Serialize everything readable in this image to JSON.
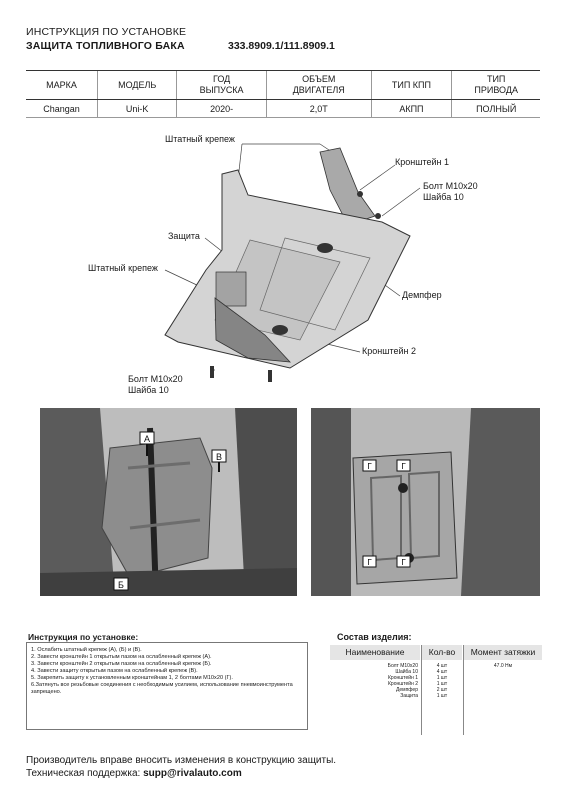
{
  "header": {
    "line1": "ИНСТРУКЦИЯ ПО УСТАНОВКЕ",
    "line2": "ЗАЩИТА ТОПЛИВНОГО БАКА",
    "code": "333.8909.1/111.8909.1"
  },
  "spec_table": {
    "headers": [
      [
        "МАРКА"
      ],
      [
        "МОДЕЛЬ"
      ],
      [
        "ГОД",
        "ВЫПУСКА"
      ],
      [
        "ОБЪЕМ",
        "ДВИГАТЕЛЯ"
      ],
      [
        "ТИП КПП"
      ],
      [
        "ТИП",
        "ПРИВОДА"
      ]
    ],
    "row": [
      "Changan",
      "Uni-K",
      "2020-",
      "2,0T",
      "АКПП",
      "ПОЛНЫЙ"
    ]
  },
  "drawing_labels": {
    "std_fastener_top": "Штатный крепеж",
    "bracket1": "Кронштейн 1",
    "bolt_top_1": "Болт M10x20",
    "bolt_top_2": "Шайба 10",
    "guard": "Защита",
    "std_fastener_mid": "Штатный крепеж",
    "damper": "Демпфер",
    "bracket2": "Кронштейн 2",
    "bolt_bottom_1": "Болт M10x20",
    "bolt_bottom_2": "Шайба 10"
  },
  "photo_markers": {
    "left": [
      "А",
      "В",
      "Б"
    ],
    "right": [
      "Г",
      "Г",
      "Г",
      "Г"
    ]
  },
  "instructions": {
    "title": "Инструкция по установке:",
    "steps": [
      "1. Ослабить штатный крепеж (А), (Б) и (В).",
      "2. Завести кронштейн 1 открытым пазом на ослабленный крепеж (А).",
      "3. Завести кронштейн 2 открытым пазом на ослабленный крепеж (Б).",
      "4. Завести защиту открытым пазом на ослабленный крепеж (В).",
      "5. Закрепить защиту к установленным кронштейнам 1, 2 болтами M10x20 (Г).",
      "6.Затянуть все резьбовые соединения с необходимым усилием, использование пневмоинструмента запрещено."
    ]
  },
  "composition": {
    "title": "Состав изделия:",
    "headers": [
      "Наименование",
      "Кол-во",
      "Момент затяжки"
    ],
    "names": [
      "Болт M10x20",
      "Шайба 10",
      "Кронштейн 1",
      "Кронштейн 2",
      "Демпфер",
      "Защита"
    ],
    "qty": [
      "4 шт",
      "4 шт",
      "1 шт",
      "1 шт",
      "2 шт",
      "1 шт"
    ],
    "torque": [
      "47.0 Нм"
    ]
  },
  "footer": {
    "line1": "Производитель вправе вносить изменения в конструкцию защиты.",
    "support_label": "Техническая поддержка:",
    "support_email": "supp@rivalauto.com"
  }
}
